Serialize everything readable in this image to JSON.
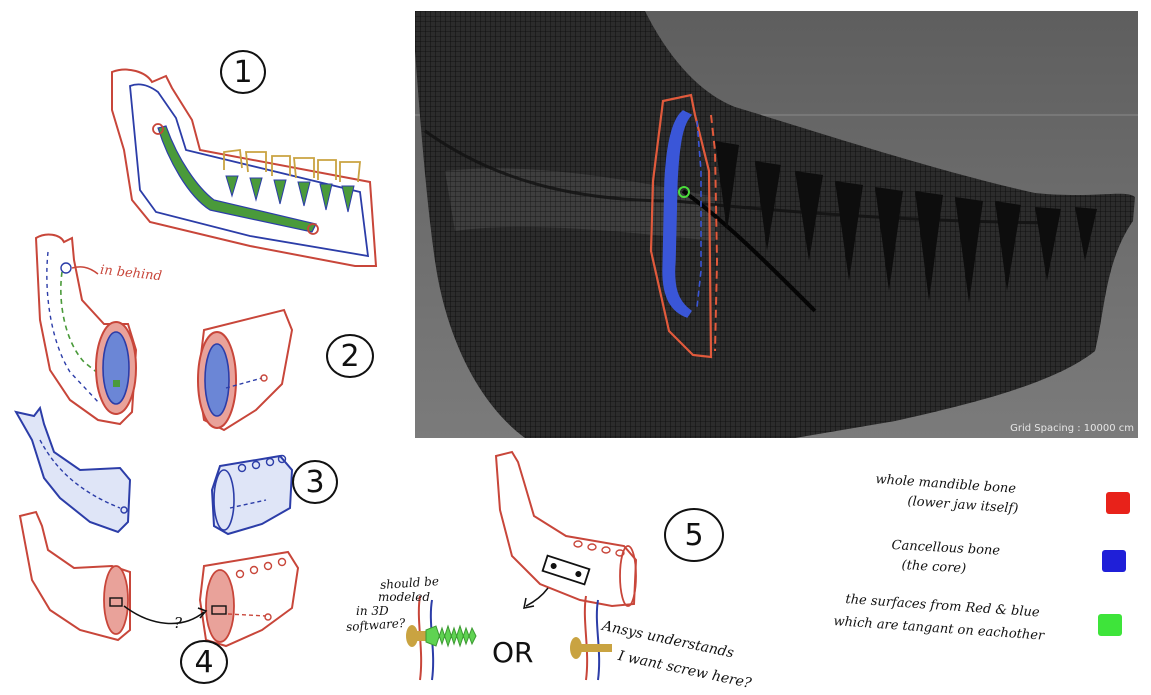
{
  "steps": [
    "1",
    "2",
    "3",
    "4",
    "5"
  ],
  "annotations": {
    "in_behind": "in behind",
    "question_mark": "?",
    "should_be_modeled": [
      "should be",
      "modeled",
      "in 3D",
      "software?"
    ],
    "or_label": "OR",
    "ansys_understands": [
      "Ansys understands",
      "I want screw here?"
    ]
  },
  "viewport": {
    "grid_spacing": "Grid Spacing : 10000 cm"
  },
  "legend": [
    {
      "text": [
        "whole mandible bone",
        "(lower jaw itself)"
      ],
      "color": "#e8221a"
    },
    {
      "text": [
        "Cancellous  bone",
        "(the core)"
      ],
      "color": "#1f1fd8"
    },
    {
      "text": [
        "the surfaces from Red & blue",
        "which are tangant on eachother"
      ],
      "color": "#3ee43a"
    }
  ],
  "colors": {
    "red": "#c8463a",
    "blue": "#2c3da8",
    "green": "#4a9a3a",
    "gold": "#c9a341"
  }
}
